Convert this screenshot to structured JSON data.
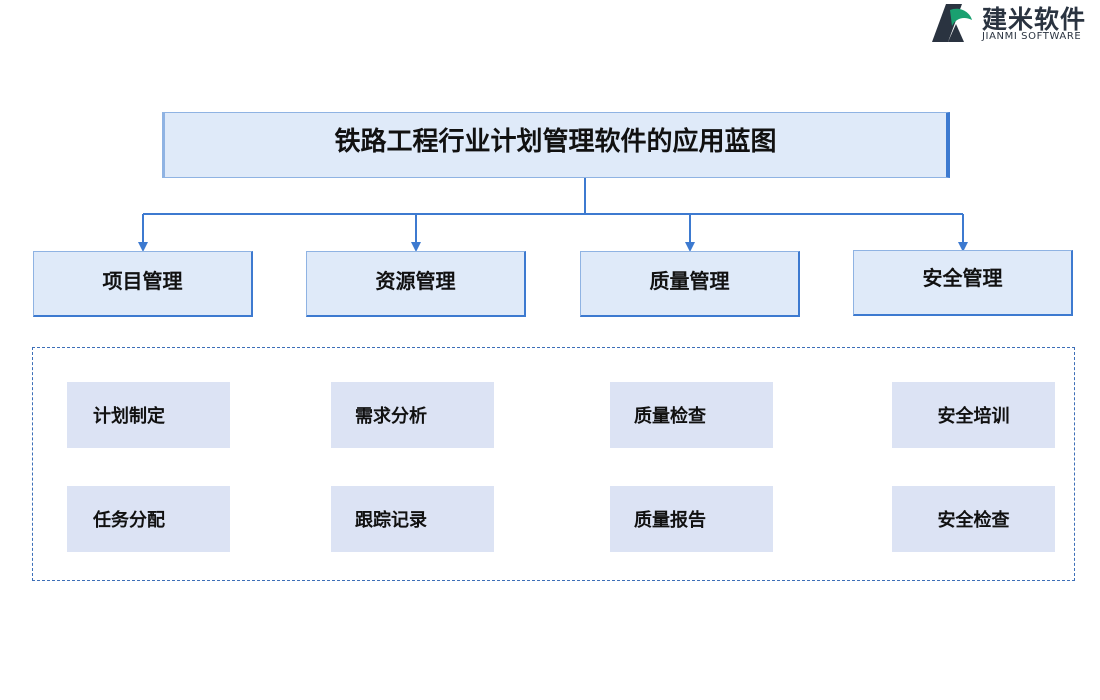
{
  "logo": {
    "name_cn": "建米软件",
    "name_en": "JIANMI SOFTWARE",
    "colors": {
      "green": "#1aa070",
      "dark": "#2a3340"
    }
  },
  "title": "铁路工程行业计划管理软件的应用蓝图",
  "categories": [
    {
      "label": "项目管理"
    },
    {
      "label": "资源管理"
    },
    {
      "label": "质量管理"
    },
    {
      "label": "安全管理"
    }
  ],
  "items": [
    [
      "计划制定",
      "任务分配"
    ],
    [
      "需求分析",
      "跟踪记录"
    ],
    [
      "质量检查",
      "质量报告"
    ],
    [
      "安全培训",
      "安全检查"
    ]
  ],
  "colors": {
    "box_fill": "#dfeaf9",
    "box_border": "#8fb3e3",
    "box_accent": "#3d7ad0",
    "connector": "#3d7ad0",
    "item_fill": "#dce3f4",
    "dashed_border": "#3d6fb8"
  }
}
